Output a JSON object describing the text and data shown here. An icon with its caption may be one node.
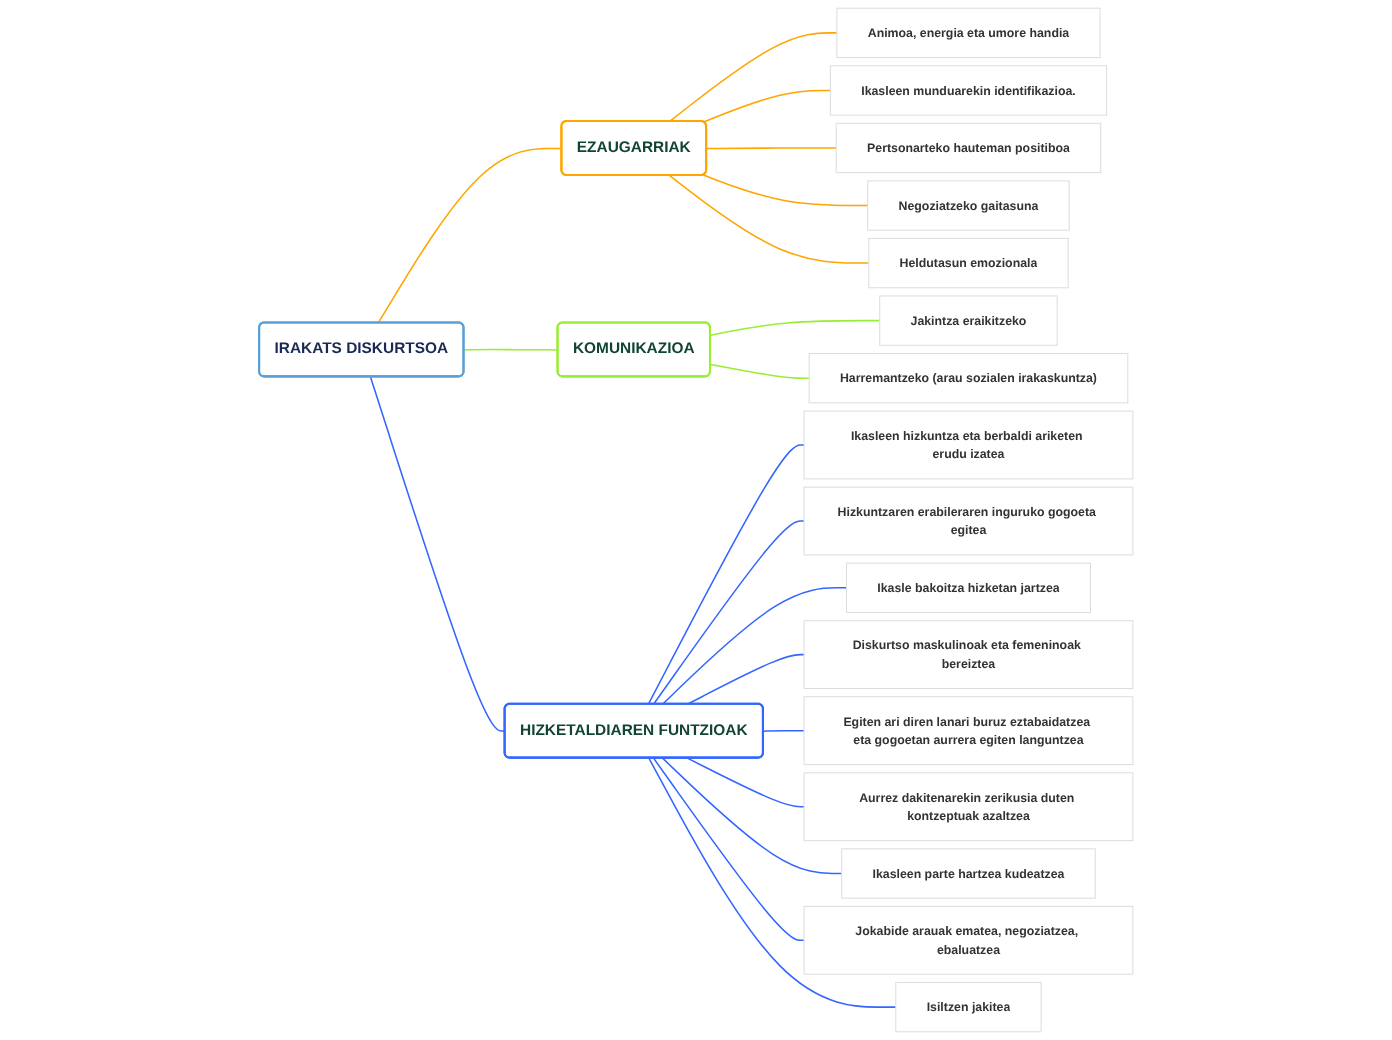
{
  "diagram": {
    "nodes": [
      {
        "text": [
          "IRAKATS DISKURTSOA"
        ]
      },
      {
        "text": [
          "EZAUGARRIAK"
        ]
      },
      {
        "text": [
          "Animoa, energia eta umore handia"
        ]
      },
      {
        "text": [
          "Ikasleen munduarekin identifikazioa."
        ]
      },
      {
        "text": [
          "Pertsonarteko hauteman positiboa"
        ]
      },
      {
        "text": [
          "Negoziatzeko gaitasuna"
        ]
      },
      {
        "text": [
          "Heldutasun emozionala"
        ]
      },
      {
        "text": [
          "KOMUNIKAZIOA"
        ]
      },
      {
        "text": [
          "Jakintza eraikitzeko"
        ]
      },
      {
        "text": [
          "Harremantzeko (arau sozialen irakaskuntza)"
        ]
      },
      {
        "text": [
          "HIZKETALDIAREN FUNTZIOAK"
        ]
      },
      {
        "text": [
          "Ikasleen hizkuntza eta berbaldi ariketen erudu izatea"
        ]
      },
      {
        "text": [
          "Hizkuntzaren erabileraren inguruko gogoeta egitea"
        ]
      },
      {
        "text": [
          "Ikasle bakoitza hizketan jartzea"
        ]
      },
      {
        "text": [
          "Diskurtso maskulinoak eta femeninoak bereiztea"
        ]
      },
      {
        "text": [
          "Egiten ari diren lanari buruz eztabaidatzea eta gogoetan aurrera egiten languntzea"
        ]
      },
      {
        "text": [
          "Aurrez dakitenarekin zerikusia duten kontzeptuak azaltzea"
        ]
      },
      {
        "text": [
          "Ikasleen parte hartzea kudeatzea"
        ]
      },
      {
        "text": [
          "Jokabide arauak ematea, negoziatzea, ebaluatzea"
        ]
      },
      {
        "text": [
          "Isiltzen jakitea"
        ]
      }
    ],
    "edges": [
      {
        "from": 0,
        "to": 1,
        "arrow": "none",
        "color": "#ffa500"
      },
      {
        "from": 1,
        "to": 2,
        "arrow": "none",
        "color": "#ffa500"
      },
      {
        "from": 1,
        "to": 3,
        "arrow": "none",
        "color": "#ffa500"
      },
      {
        "from": 1,
        "to": 4,
        "arrow": "none",
        "color": "#ffa500"
      },
      {
        "from": 1,
        "to": 5,
        "arrow": "none",
        "color": "#ffa500"
      },
      {
        "from": 1,
        "to": 6,
        "arrow": "none",
        "color": "#ffa500"
      },
      {
        "from": 0,
        "to": 7,
        "arrow": "none",
        "color": "#99ee33"
      },
      {
        "from": 7,
        "to": 8,
        "arrow": "none",
        "color": "#99ee33"
      },
      {
        "from": 7,
        "to": 9,
        "arrow": "none",
        "color": "#99ee33"
      },
      {
        "from": 0,
        "to": 10,
        "arrow": "none"
      },
      {
        "from": 10,
        "to": 11,
        "arrow": "none"
      },
      {
        "from": 10,
        "to": 12,
        "arrow": "none"
      },
      {
        "from": 10,
        "to": 13,
        "arrow": "none"
      },
      {
        "from": 10,
        "to": 14,
        "arrow": "none"
      },
      {
        "from": 10,
        "to": 15,
        "arrow": "none"
      },
      {
        "from": 10,
        "to": 16,
        "arrow": "none"
      },
      {
        "from": 10,
        "to": 17,
        "arrow": "none"
      },
      {
        "from": 10,
        "to": 18,
        "arrow": "none"
      },
      {
        "from": 10,
        "to": 19,
        "arrow": "none"
      }
    ]
  }
}
